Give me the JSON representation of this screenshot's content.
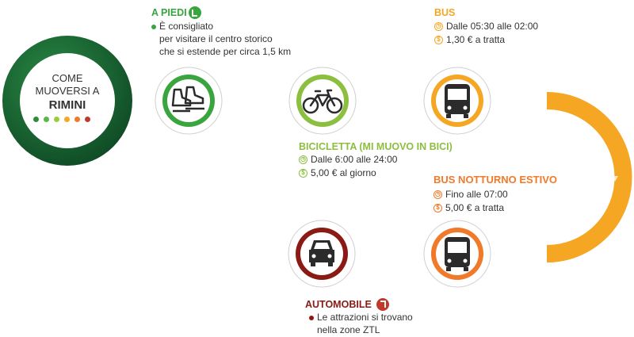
{
  "hub": {
    "line1": "COME",
    "line2": "MUOVERSI A",
    "city": "RIMINI",
    "dot_colors": [
      "#2e8b3a",
      "#57b847",
      "#9ccc3c",
      "#f5a623",
      "#f07a2a",
      "#c0392b"
    ]
  },
  "a_piedi": {
    "title": "A PIEDI",
    "line1": "È consigliato",
    "line2": "per visitare il centro storico",
    "line3": "che si estende per circa 1,5 km",
    "color": "#3aa53f"
  },
  "bus": {
    "title": "BUS",
    "hours": "Dalle 05:30 alle 02:00",
    "price": "1,30 € a tratta",
    "color": "#f5a623"
  },
  "bicicletta": {
    "title": "BICICLETTA (MI MUOVO IN BICI)",
    "hours": "Dalle 6:00 alle 24:00",
    "price": "5,00 € al giorno",
    "color": "#8cbf3f"
  },
  "bus_notturno": {
    "title": "BUS NOTTURNO ESTIVO",
    "hours": "Fino alle 07:00",
    "price": "5,00 € a tratta",
    "color": "#f07a2a"
  },
  "automobile": {
    "title": "AUTOMOBILE",
    "line1": "Le attrazioni si trovano",
    "line2": "nella zone ZTL",
    "color": "#8b1a14"
  }
}
